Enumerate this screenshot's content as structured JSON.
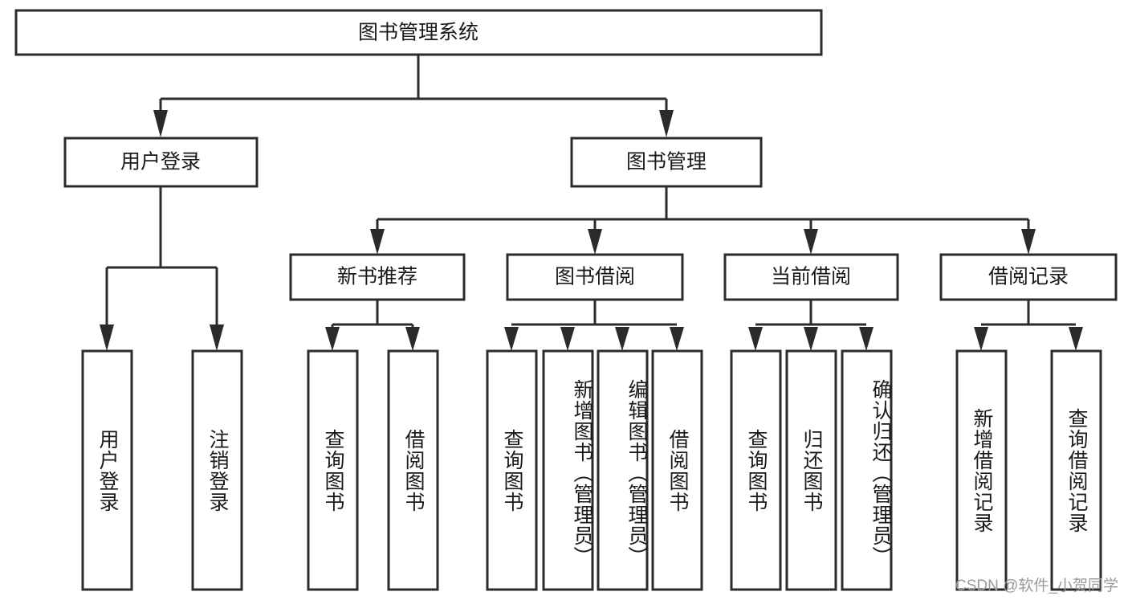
{
  "diagram": {
    "type": "tree",
    "title": "图书管理系统",
    "colors": {
      "stroke": "#2b2b2b",
      "fill": "#ffffff",
      "text": "#1a1a1a",
      "watermark": "#9a9a9a",
      "background": "#ffffff"
    },
    "levels": {
      "root": {
        "label": "图书管理系统"
      },
      "level2": [
        {
          "label": "用户登录"
        },
        {
          "label": "图书管理"
        }
      ],
      "level3": [
        {
          "label": "新书推荐"
        },
        {
          "label": "图书借阅"
        },
        {
          "label": "当前借阅"
        },
        {
          "label": "借阅记录"
        }
      ],
      "leaves": {
        "user_login": [
          {
            "label": "用户登录"
          },
          {
            "label": "注销登录"
          }
        ],
        "new_book": [
          {
            "label": "查询图书"
          },
          {
            "label": "借阅图书"
          }
        ],
        "book_borrow": [
          {
            "label": "查询图书"
          },
          {
            "label": "新增图书（管理员）"
          },
          {
            "label": "编辑图书（管理员）"
          },
          {
            "label": "借阅图书"
          }
        ],
        "current_borrow": [
          {
            "label": "查询图书"
          },
          {
            "label": "归还图书"
          },
          {
            "label": "确认归还（管理员）"
          }
        ],
        "borrow_record": [
          {
            "label": "新增借阅记录"
          },
          {
            "label": "查询借阅记录"
          }
        ]
      }
    }
  },
  "watermark": {
    "text": "CSDN @软件_小贺同学"
  }
}
